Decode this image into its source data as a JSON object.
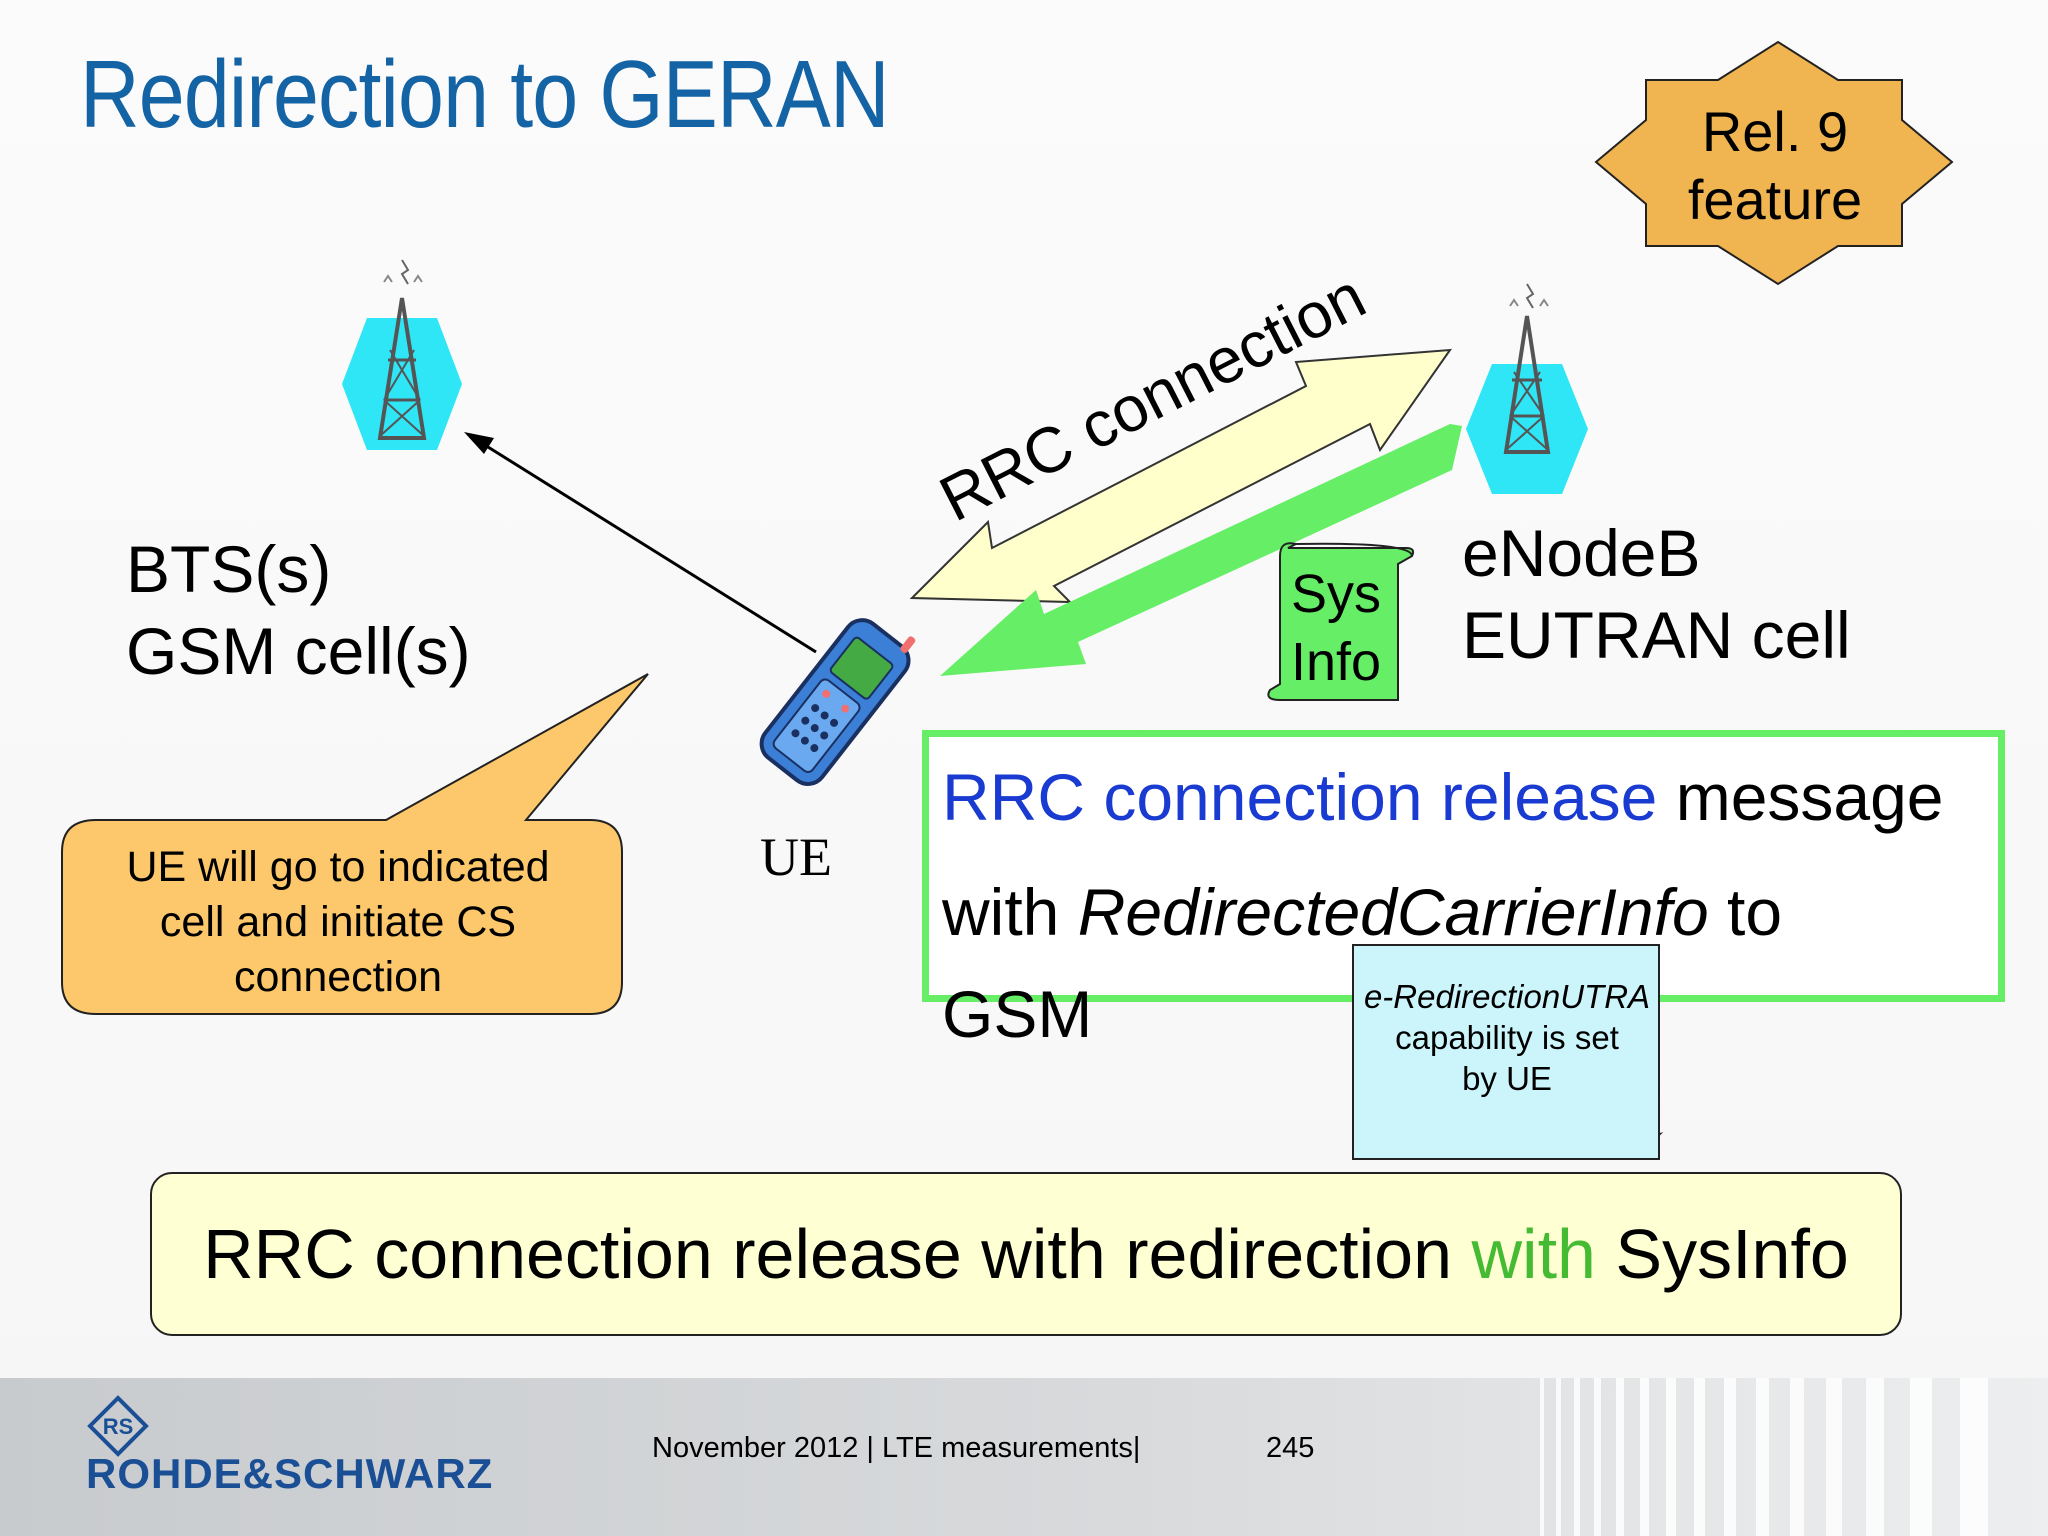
{
  "title": "Redirection to GERAN",
  "badge": {
    "line1": "Rel. 9",
    "line2": "feature",
    "color": "#f0b550"
  },
  "bts": {
    "line1": "BTS(s)",
    "line2": "GSM cell(s)"
  },
  "enodeb": {
    "line1": "eNodeB",
    "line2": "EUTRAN cell"
  },
  "ue_label": "UE",
  "rrc_arrow_label": "RRC connection",
  "sysinfo": {
    "line1": "Sys",
    "line2": "Info"
  },
  "callout": {
    "line1": "UE will go to indicated",
    "line2": "cell and initiate CS",
    "line3": "connection",
    "color": "#fcc86b"
  },
  "message": {
    "blue_part": "RRC connection release",
    "part1": " message",
    "line2_prefix": "with ",
    "line2_italic": "RedirectedCarrierInfo",
    "line2_suffix": " to",
    "line3": "GSM"
  },
  "note": {
    "italic": "e-RedirectionUTRA",
    "line2": "capability is set",
    "line3": "by UE"
  },
  "bottom": {
    "part1": "RRC connection release with redirection ",
    "green": "with",
    "part2": " SysInfo"
  },
  "footer": {
    "date_topic": "November 2012 |  LTE measurements|",
    "page": "245",
    "logo": "ROHDE&SCHWARZ",
    "logo_mark": "RS"
  },
  "colors": {
    "title": "#1463a5",
    "tower_hex": "#2fe6f6",
    "green_arrow": "#66ee66",
    "rrc_arrow": "#ffffcc"
  }
}
